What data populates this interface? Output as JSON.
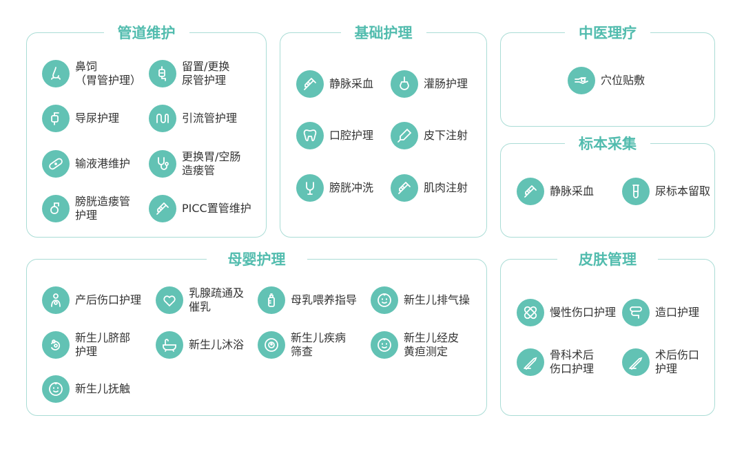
{
  "accent_color": "#52bcae",
  "icon_color": "#62c2b4",
  "border_color": "#a9dcd5",
  "sections": {
    "guandao": {
      "title": "管道维护",
      "items": [
        {
          "icon": "nose-icon",
          "label": "鼻饲\n（胃管护理）"
        },
        {
          "icon": "drip-bag-icon",
          "label": "留置/更换\n尿管护理"
        },
        {
          "icon": "catheter-icon",
          "label": "导尿护理"
        },
        {
          "icon": "drainage-tube-icon",
          "label": "引流管护理"
        },
        {
          "icon": "bandage-icon",
          "label": "输液港维护"
        },
        {
          "icon": "stethoscope-icon",
          "label": "更换胃/空肠\n造瘘管"
        },
        {
          "icon": "bladder-tube-icon",
          "label": "膀胱造瘘管\n护理"
        },
        {
          "icon": "syringe-icon",
          "label": "PICC置管维护"
        }
      ]
    },
    "jichu": {
      "title": "基础护理",
      "items": [
        {
          "icon": "syringe-icon",
          "label": "静脉采血"
        },
        {
          "icon": "enema-bulb-icon",
          "label": "灌肠护理"
        },
        {
          "icon": "tooth-icon",
          "label": "口腔护理"
        },
        {
          "icon": "injection-pen-icon",
          "label": "皮下注射"
        },
        {
          "icon": "bladder-flush-icon",
          "label": "膀胱冲洗"
        },
        {
          "icon": "syringe-icon",
          "label": "肌肉注射"
        }
      ]
    },
    "zhongyi": {
      "title": "中医理疗",
      "items": [
        {
          "icon": "hand-patch-icon",
          "label": "穴位贴敷"
        }
      ]
    },
    "biaoben": {
      "title": "标本采集",
      "items": [
        {
          "icon": "syringe-icon",
          "label": "静脉采血"
        },
        {
          "icon": "test-tube-icon",
          "label": "尿标本留取"
        }
      ]
    },
    "muying": {
      "title": "母婴护理",
      "items": [
        {
          "icon": "mother-baby-icon",
          "label": "产后伤口护理"
        },
        {
          "icon": "heart-icon",
          "label": "乳腺疏通及\n催乳"
        },
        {
          "icon": "baby-bottle-icon",
          "label": "母乳喂养指导"
        },
        {
          "icon": "baby-face-icon",
          "label": "新生儿排气操"
        },
        {
          "icon": "newborn-navel-icon",
          "label": "新生儿脐部\n护理"
        },
        {
          "icon": "bathtub-icon",
          "label": "新生儿沐浴"
        },
        {
          "icon": "screening-icon",
          "label": "新生儿疾病\n筛查"
        },
        {
          "icon": "baby-face-icon",
          "label": "新生儿经皮\n黄疸测定"
        },
        {
          "icon": "baby-face-icon",
          "label": "新生儿抚触"
        }
      ]
    },
    "pifu": {
      "title": "皮肤管理",
      "items": [
        {
          "icon": "wound-plaster-icon",
          "label": "慢性伤口护理"
        },
        {
          "icon": "stoma-icon",
          "label": "造口护理"
        },
        {
          "icon": "scalpel-icon",
          "label": "骨科术后\n伤口护理"
        },
        {
          "icon": "scalpel-icon",
          "label": "术后伤口\n护理"
        }
      ]
    }
  }
}
